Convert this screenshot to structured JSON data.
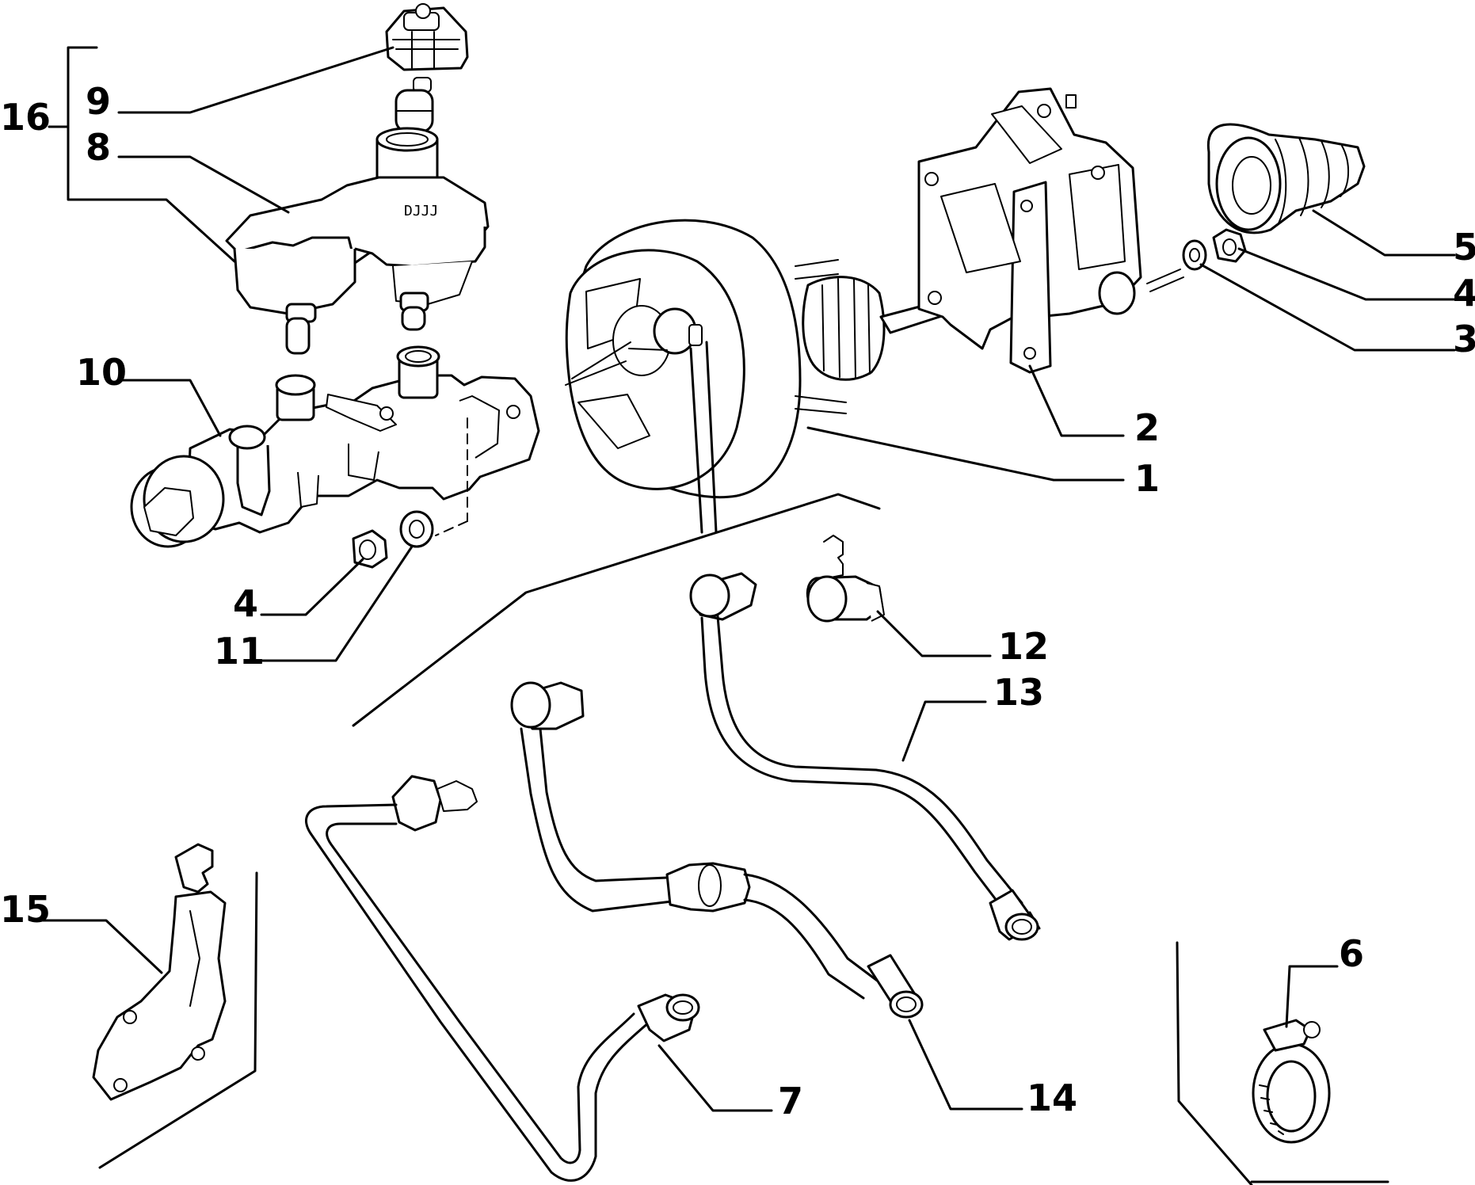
{
  "colors": {
    "ink": "#000000",
    "paper": "#ffffff"
  },
  "labels": {
    "l1": "1",
    "l2": "2",
    "l3": "3",
    "l4a": "4",
    "l4b": "4",
    "l5": "5",
    "l6": "6",
    "l7": "7",
    "l8": "8",
    "l9": "9",
    "l10": "10",
    "l11": "11",
    "l12": "12",
    "l13": "13",
    "l14": "14",
    "l15": "15",
    "l16": "16"
  }
}
